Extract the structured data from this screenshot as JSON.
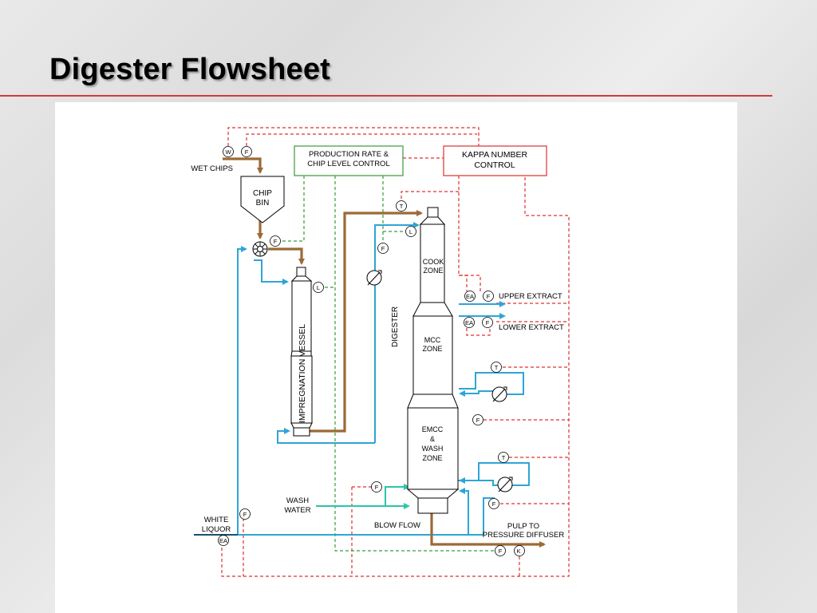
{
  "slide": {
    "title": "Digester Flowsheet"
  },
  "controllers": {
    "production_rate": [
      "PRODUCTION RATE &",
      "CHIP LEVEL CONTROL"
    ],
    "kappa": [
      "KAPPA NUMBER",
      "CONTROL"
    ]
  },
  "equipment": {
    "chip_bin": [
      "CHIP",
      "BIN"
    ],
    "impregnation_vessel": "IMPREGNATION VESSEL",
    "digester": "DIGESTER",
    "cook_zone": [
      "COOK",
      "ZONE"
    ],
    "mcc_zone": [
      "MCC",
      "ZONE"
    ],
    "emcc_zone": [
      "EMCC",
      "&",
      "WASH",
      "ZONE"
    ]
  },
  "streams": {
    "wet_chips": "WET CHIPS",
    "upper_extract": "UPPER EXTRACT",
    "lower_extract": "LOWER EXTRACT",
    "wash_water": [
      "WASH",
      "WATER"
    ],
    "white_liquor": [
      "WHITE",
      "LIQUOR"
    ],
    "blow_flow": "BLOW FLOW",
    "pulp_to": [
      "PULP TO",
      "PRESSURE DIFFUSER"
    ]
  },
  "instruments": {
    "w": "W",
    "f": "F",
    "t": "T",
    "l": "L",
    "ea": "EA",
    "k": "K"
  },
  "colors": {
    "chip_flow": "#9b6a36",
    "liquor": "#2ea5d6",
    "wash": "#2ec4a8",
    "signal_red": "#e03030",
    "signal_green": "#3a9a3a"
  }
}
